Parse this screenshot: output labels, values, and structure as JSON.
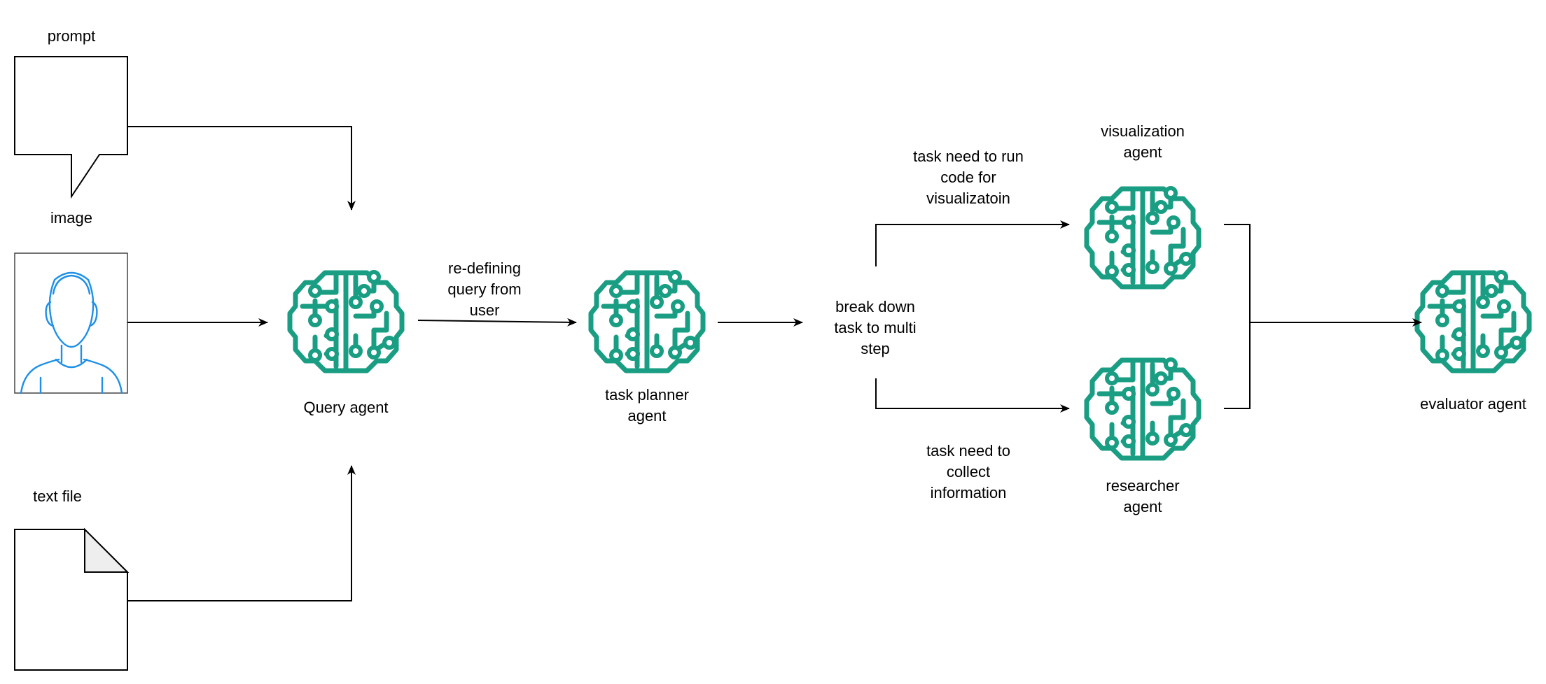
{
  "inputs": {
    "prompt_label": "prompt",
    "image_label": "image",
    "text_file_label": "text file"
  },
  "agents": {
    "query": "Query agent",
    "task_planner": "task planner agent",
    "visualization": "visualization agent",
    "researcher": "researcher agent",
    "evaluator": "evaluator agent"
  },
  "edges": {
    "redefine_query": "re-defining query from user",
    "visualization_task": "task need to run code for visualizatoin",
    "research_task": "task need to collect information"
  },
  "steps": {
    "break_down": "break down task to multi step"
  },
  "colors": {
    "agent_icon": "#1a9e83",
    "person_icon": "#1e90e8",
    "line": "#000000"
  },
  "icons": {
    "agent": "brain-circuit-icon",
    "image": "user-silhouette-icon",
    "prompt": "speech-bubble-icon",
    "text_file": "document-icon"
  }
}
